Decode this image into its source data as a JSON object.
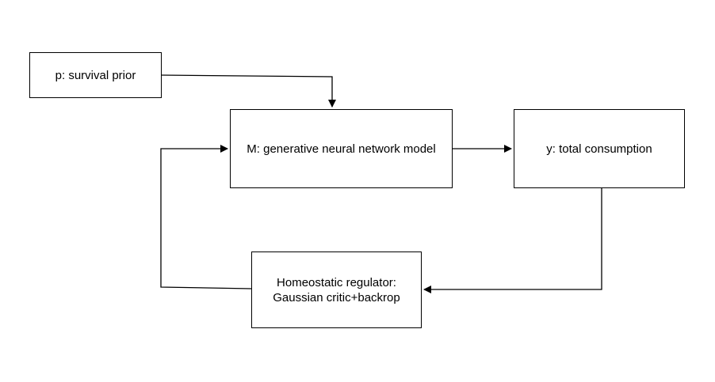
{
  "diagram": {
    "nodes": {
      "prior": {
        "label": "p: survival prior"
      },
      "model": {
        "label": "M: generative neural network model"
      },
      "output": {
        "label": "y: total consumption"
      },
      "regulator": {
        "line1": "Homeostatic regulator:",
        "line2": "Gaussian critic+backrop"
      }
    },
    "edges": [
      {
        "from": "prior",
        "to": "model"
      },
      {
        "from": "model",
        "to": "output"
      },
      {
        "from": "output",
        "to": "regulator"
      },
      {
        "from": "regulator",
        "to": "model"
      }
    ],
    "colors": {
      "stroke": "#000000",
      "background": "#ffffff"
    }
  }
}
